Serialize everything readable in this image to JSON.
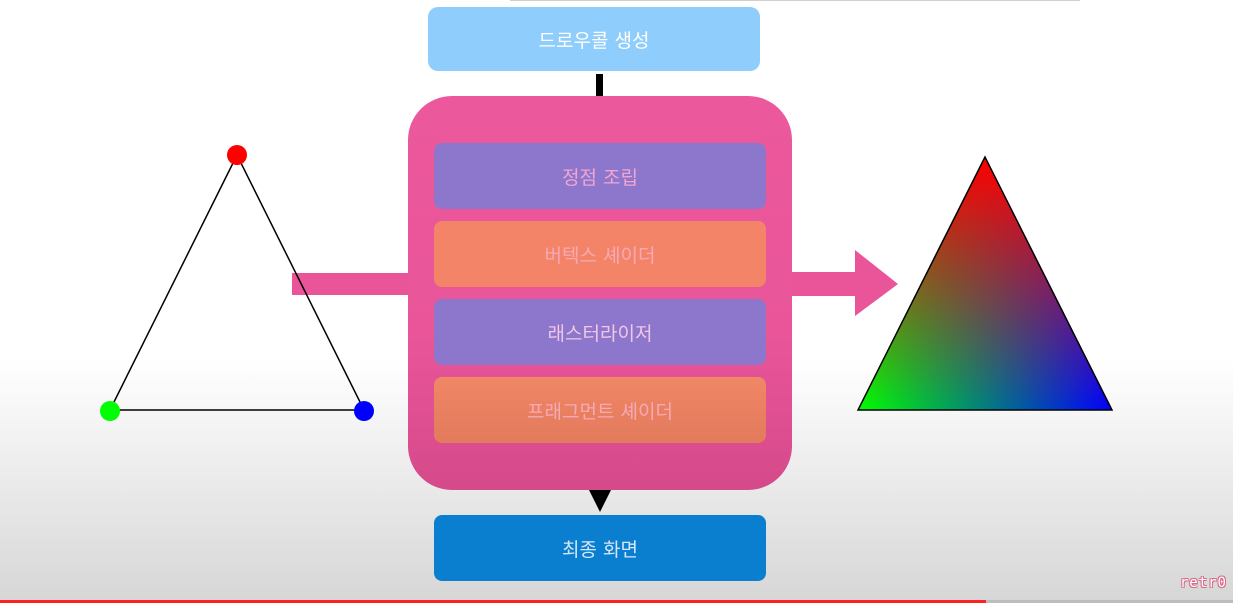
{
  "diagram": {
    "draw_call": "드로우콜 생성",
    "stages": [
      {
        "label": "정점 조립"
      },
      {
        "label": "버텍스 셰이더"
      },
      {
        "label": "래스터라이저"
      },
      {
        "label": "프래그먼트 셰이더"
      }
    ],
    "final_screen": "최종 화면",
    "vertex_colors": [
      "#ff0000",
      "#00ff00",
      "#0000ff"
    ],
    "accent_color": "#ea559a"
  },
  "watermark": "retr0",
  "video_progress": 0.8
}
